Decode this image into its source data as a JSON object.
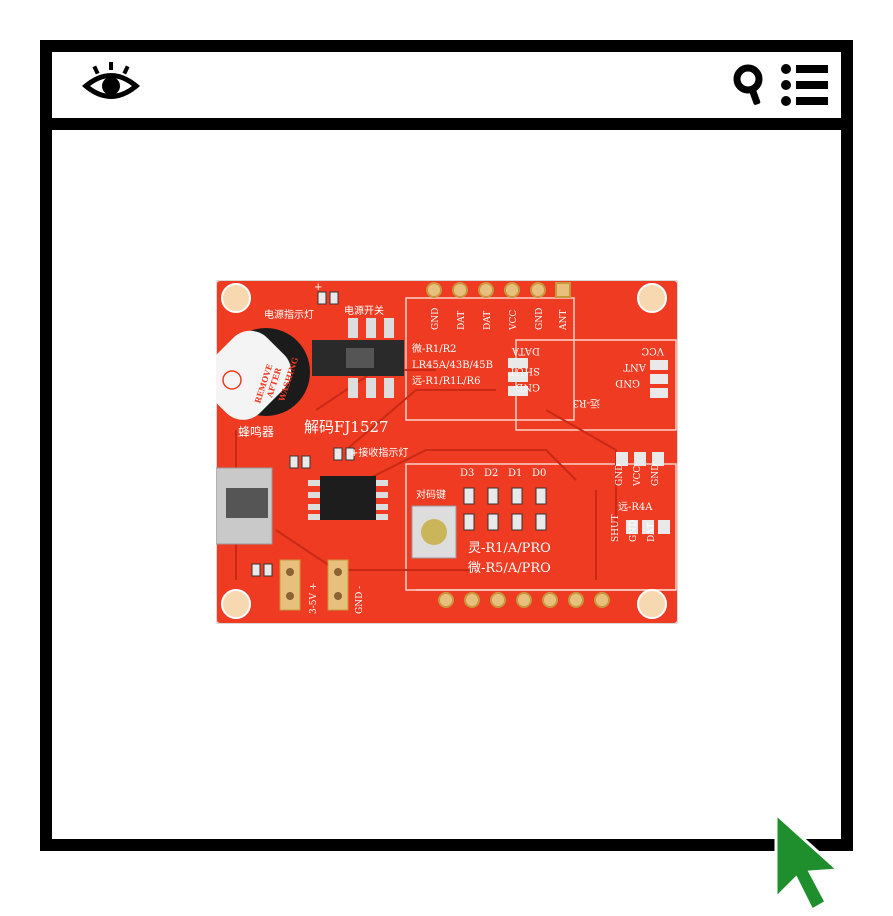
{
  "toolbar": {
    "eye_icon": "eye-icon",
    "search_icon": "search-icon",
    "menu_icon": "list-menu-icon"
  },
  "board": {
    "labels": {
      "power_led": "电源指示灯",
      "plus": "+",
      "power_switch": "电源开关",
      "buzzer_sticker_1": "REMOVE",
      "buzzer_sticker_2": "AFTER",
      "buzzer_sticker_3": "WASHING",
      "buzzer": "蜂鸣器",
      "decoder": "解码FJ1527",
      "receive_led": "+接收指示灯",
      "pins_top": [
        "GND",
        "DAT",
        "DAT",
        "VCC",
        "GND",
        "ANT"
      ],
      "module_line1": "微-R1/R2",
      "module_line2": "LR45A/43B/45B",
      "module_line3": "远-R1/R1L/R6",
      "data": "DATA",
      "shut": "SHUT",
      "gnd_mod": "GND",
      "r3": "远-R3",
      "vcc_r3": "VCC",
      "ant_r3": "ANT",
      "gnd_r3": "GND",
      "d3": "D3",
      "d2": "D2",
      "d1": "D1",
      "d0": "D0",
      "pair_key": "对码键",
      "ling": "灵-R1/A/PRO",
      "wei": "微-R5/A/PRO",
      "r4a": "远-R4A",
      "r4a_top": [
        "GND",
        "VCC",
        "GND"
      ],
      "r4a_bottom": [
        "SHUT",
        "GND",
        "DAT"
      ],
      "v35": "3-5V +",
      "gnd_minus": "GND -"
    }
  },
  "colors": {
    "pcb": "#ee3b22",
    "frame": "#000000",
    "cursor": "#1f8f2e"
  }
}
